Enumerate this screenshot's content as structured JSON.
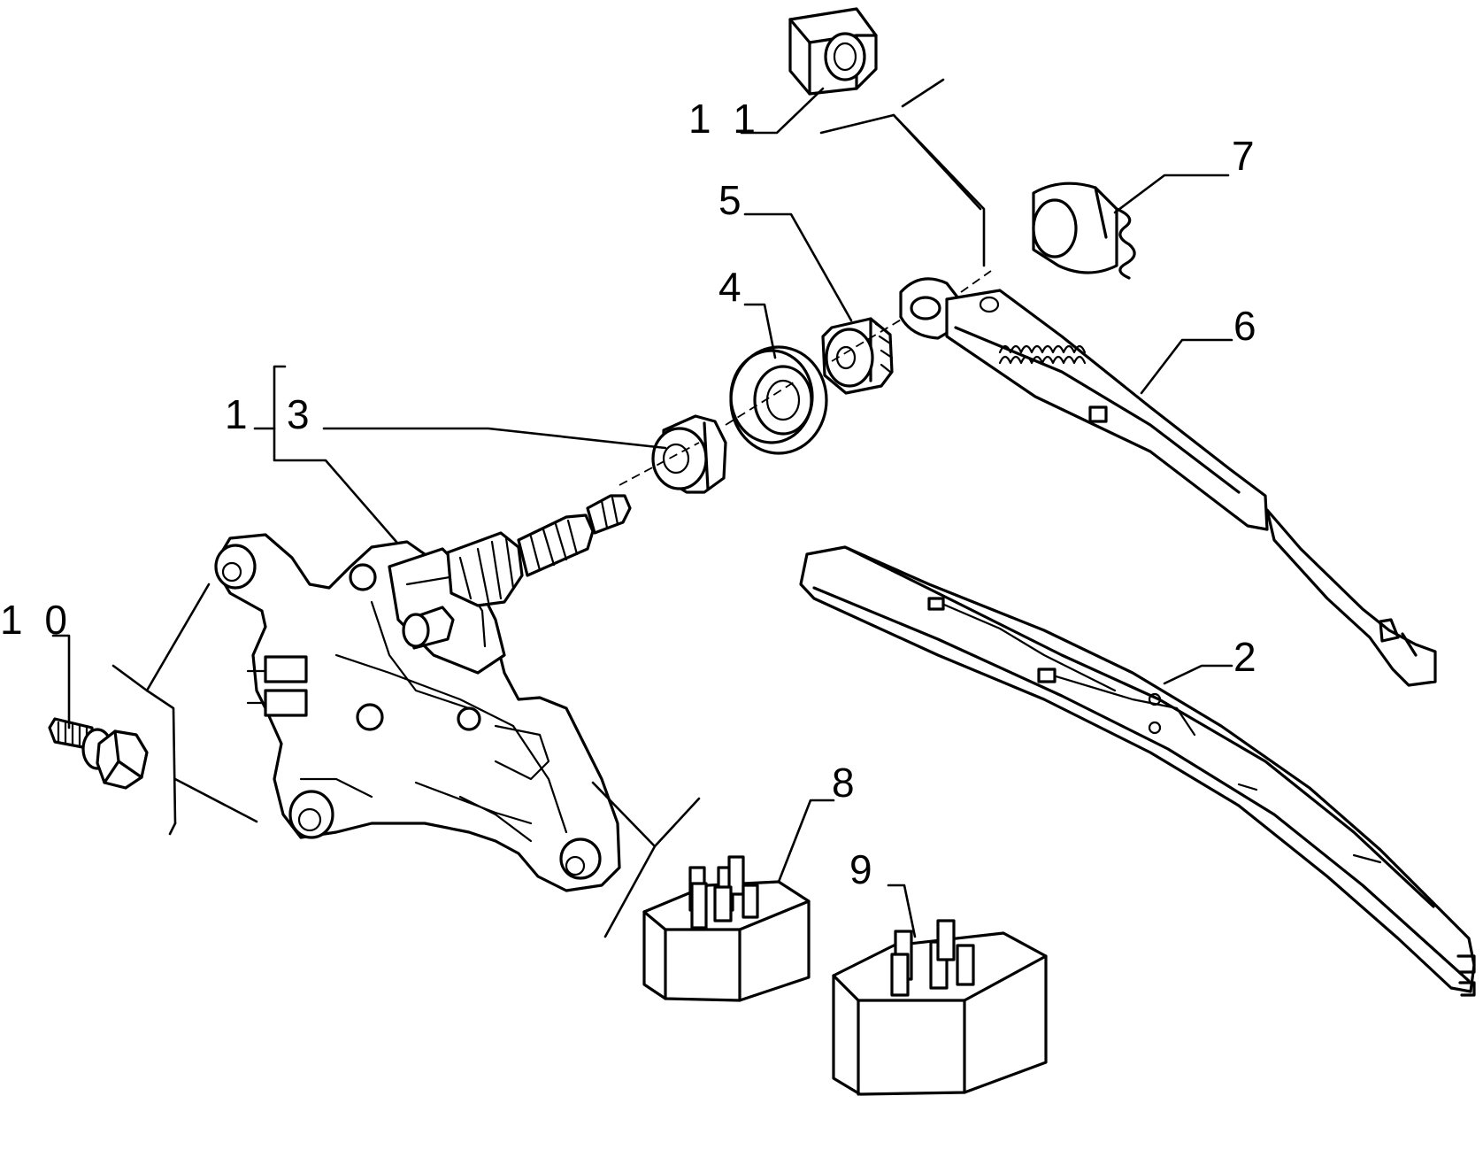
{
  "diagram": {
    "callouts": {
      "c1": "1",
      "c2": "2",
      "c3": "3",
      "c4": "4",
      "c5": "5",
      "c6": "6",
      "c7": "7",
      "c8": "8",
      "c9": "9",
      "c10": "1 0",
      "c11": "1 1"
    }
  }
}
